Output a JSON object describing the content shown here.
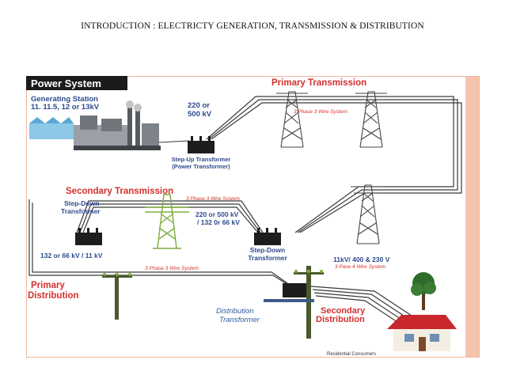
{
  "page": {
    "heading": "INTRODUCTION : ELECTRICTY GENERATION, TRANSMISSION & DISTRIBUTION"
  },
  "diagram": {
    "banner": "Power System",
    "generating_station": [
      "Generating Station",
      "11. 11.5, 12 or 13kV"
    ],
    "step_up_voltage": [
      "220 or",
      "500 kV"
    ],
    "step_up_transformer": [
      "Step-Up Transformer",
      "(Power Transformer)"
    ],
    "primary_transmission": "Primary Transmission",
    "primary_transmission_wire": "3 Phase 3 Wire System",
    "secondary_transmission": "Secondary Transmission",
    "secondary_transmission_wire": "3 Phase 3 Wire System",
    "step_down_left": [
      "Step-Down",
      "Transformer"
    ],
    "step_down_right": [
      "Step-Down",
      "Transformer"
    ],
    "secondary_voltage": [
      "220 or 500 kV",
      "/ 132 0r 66 kV"
    ],
    "left_voltage": "132 or 66 kV / 11 kV",
    "primary_distribution_wire": "3 Phase 3 Wire System",
    "distribution_voltage": "11kV/ 400 & 230 V",
    "distribution_wire": "3 Pase 4 Wire System",
    "primary_distribution": [
      "Primary",
      "Distribution"
    ],
    "distribution_transformer": [
      "Distribution",
      "Transformer"
    ],
    "secondary_distribution": [
      "Secondary",
      "Distribution"
    ],
    "residential": "Residential Consumers",
    "colors": {
      "title_red": "#d3302e",
      "label_blue": "#2e4a8f",
      "italic_blue": "#2f5fa6",
      "frame": "#f2b79f",
      "wire": "#3a3a3a",
      "pole_green": "#7fae3e",
      "roof_red": "#c8282c"
    }
  }
}
